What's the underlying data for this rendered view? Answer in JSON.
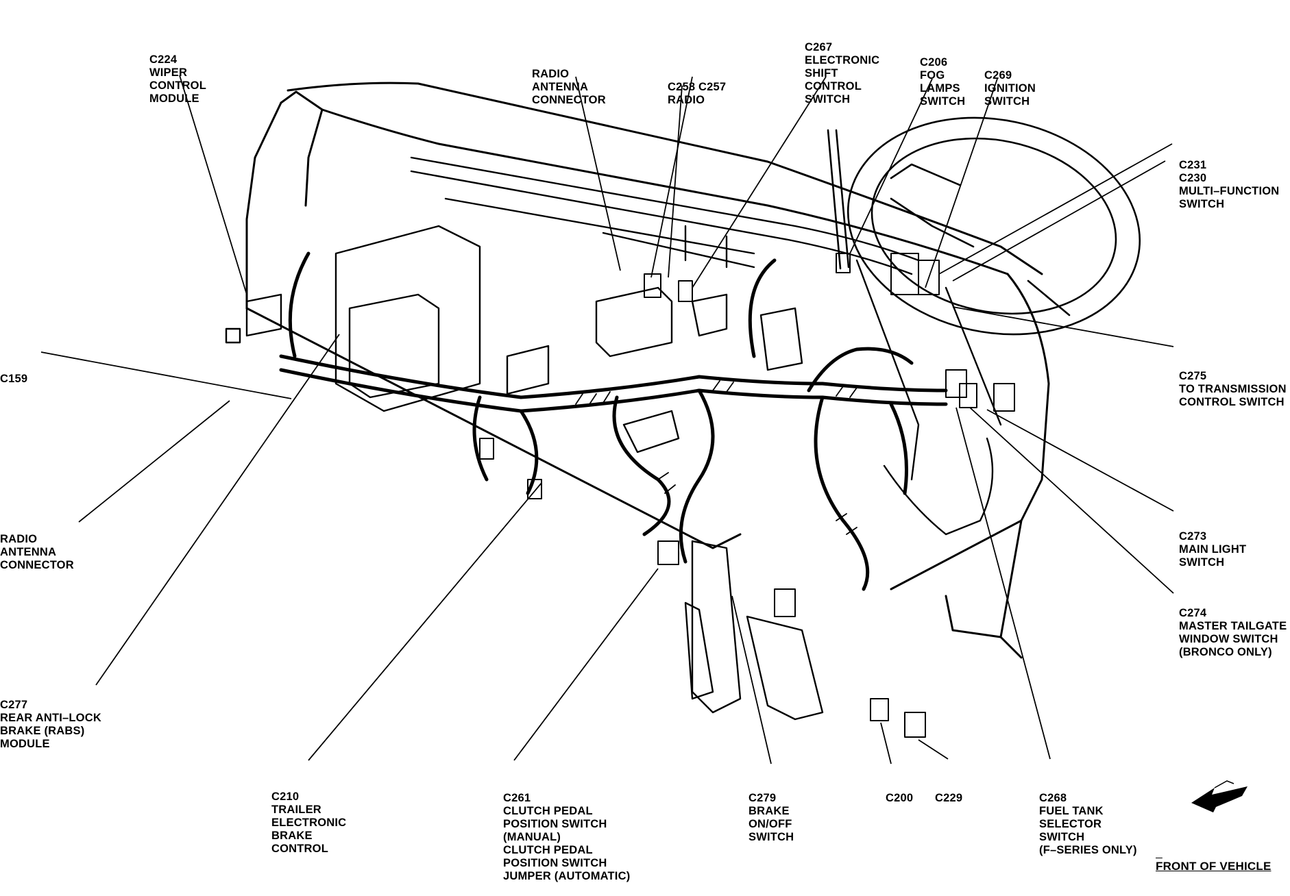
{
  "labels": {
    "c224": [
      "C224",
      "WIPER",
      "CONTROL",
      "MODULE"
    ],
    "radio_antenna_top": [
      "RADIO",
      "ANTENNA",
      "CONNECTOR"
    ],
    "c258_c257": [
      "C258 C257",
      "RADIO"
    ],
    "c267": [
      "C267",
      "ELECTRONIC",
      "SHIFT",
      "CONTROL",
      "SWITCH"
    ],
    "c206": [
      "C206",
      "FOG",
      "LAMPS",
      "SWITCH"
    ],
    "c269": [
      "C269",
      "IGNITION",
      "SWITCH"
    ],
    "c231_c230": [
      "C231",
      "C230",
      "MULTI–FUNCTION",
      "SWITCH"
    ],
    "c159": [
      "C159"
    ],
    "c275": [
      "C275",
      "TO TRANSMISSION",
      "CONTROL SWITCH"
    ],
    "radio_antenna_left": [
      "RADIO",
      "ANTENNA",
      "CONNECTOR"
    ],
    "c273": [
      "C273",
      "MAIN LIGHT",
      "SWITCH"
    ],
    "c274": [
      "C274",
      "MASTER TAILGATE",
      "WINDOW SWITCH",
      "(BRONCO ONLY)"
    ],
    "c277": [
      "C277",
      "REAR ANTI–LOCK",
      "BRAKE (RABS)",
      "MODULE"
    ],
    "c210": [
      "C210",
      "TRAILER",
      "ELECTRONIC",
      "BRAKE",
      "CONTROL"
    ],
    "c261": [
      "C261",
      "CLUTCH PEDAL",
      "POSITION SWITCH",
      "(MANUAL)",
      "CLUTCH PEDAL",
      "POSITION SWITCH",
      "JUMPER (AUTOMATIC)"
    ],
    "c279": [
      "C279",
      "BRAKE",
      "ON/OFF",
      "SWITCH"
    ],
    "c200": [
      "C200"
    ],
    "c229": [
      "C229"
    ],
    "c268": [
      "C268",
      "FUEL TANK",
      "SELECTOR",
      "SWITCH",
      "(F–SERIES ONLY)"
    ],
    "front_of_vehicle": "FRONT OF VEHICLE"
  },
  "colors": {
    "ink": "#000000",
    "background": "#ffffff"
  },
  "icons": {
    "front_arrow": "front-arrow-icon"
  }
}
